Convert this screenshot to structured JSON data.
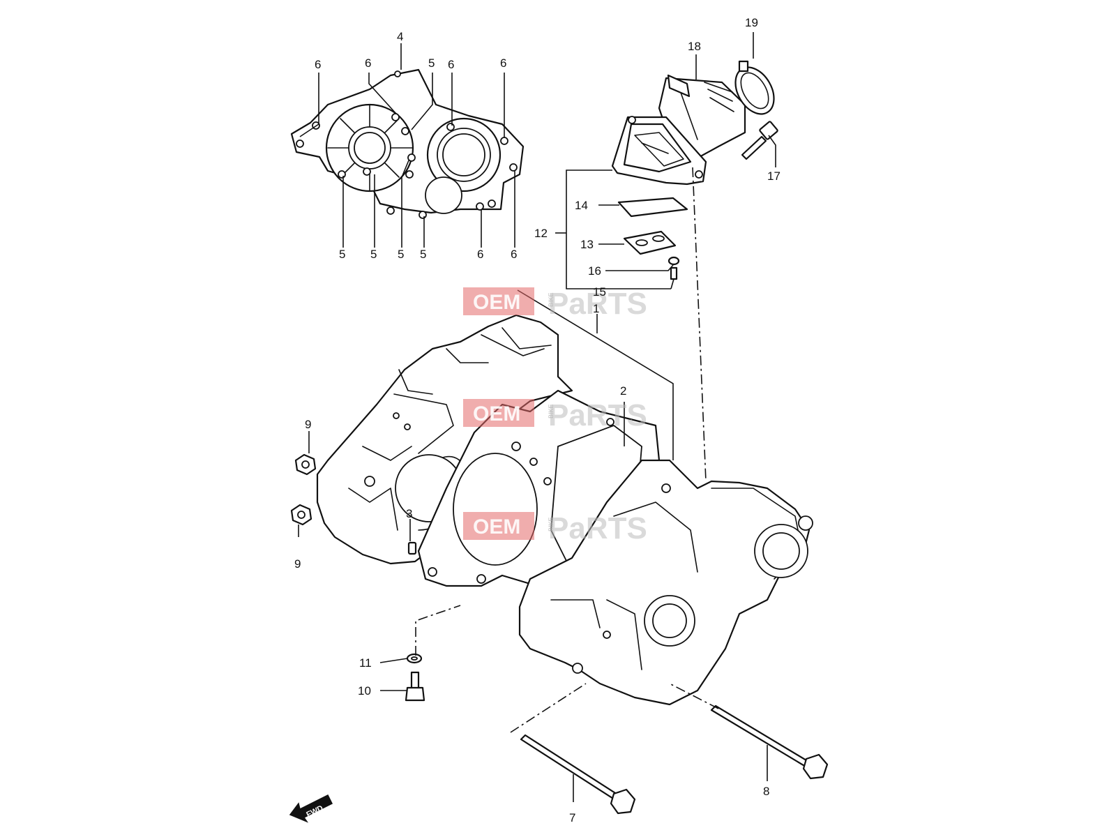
{
  "callouts": {
    "c1": "1",
    "c2": "2",
    "c3": "3",
    "c4": "4",
    "c5a": "5",
    "c5b": "5",
    "c5c": "5",
    "c5d": "5",
    "c5e": "5",
    "c6a": "6",
    "c6b": "6",
    "c6c": "6",
    "c6d": "6",
    "c6e": "6",
    "c6f": "6",
    "c7": "7",
    "c8": "8",
    "c9a": "9",
    "c9b": "9",
    "c10": "10",
    "c11": "11",
    "c12": "12",
    "c13": "13",
    "c14": "14",
    "c15": "15",
    "c16": "16",
    "c17": "17",
    "c18": "18",
    "c19": "19"
  },
  "watermark": {
    "brand_left": "OEM",
    "brand_mid": "BIKE",
    "brand_right": "PaRTS"
  },
  "fwd_label": "FWD"
}
